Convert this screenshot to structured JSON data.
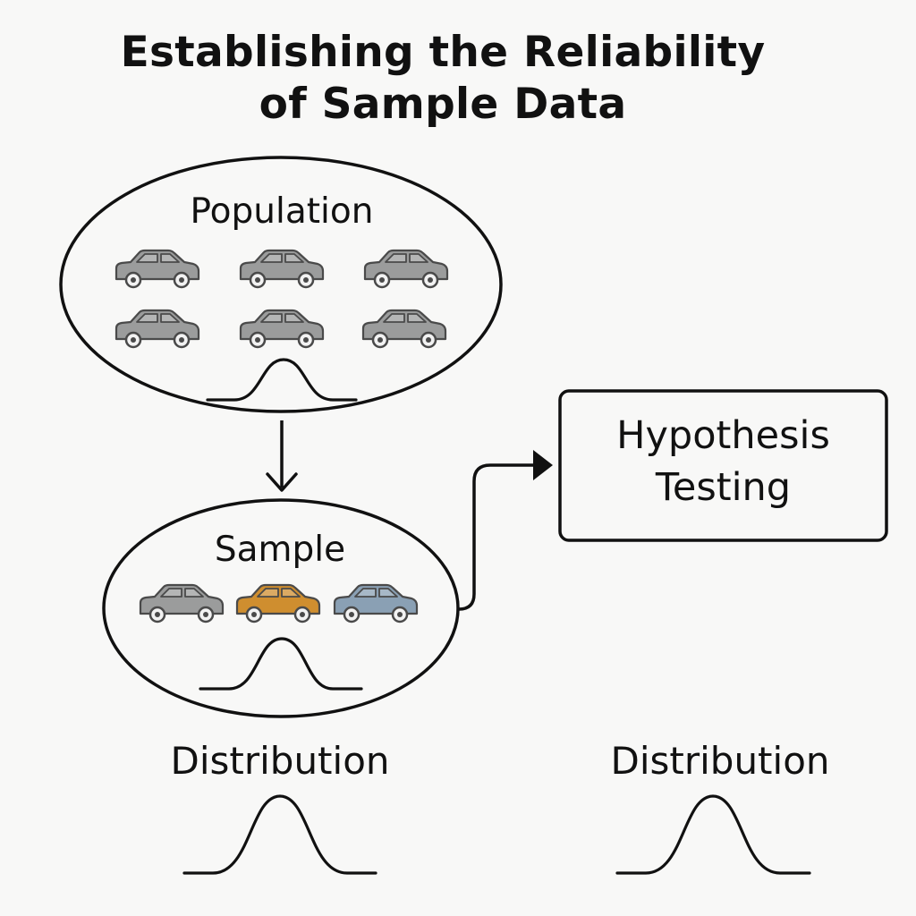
{
  "title": {
    "line1": "Establishing the Reliability",
    "line2": "of Sample Data"
  },
  "population": {
    "label": "Population",
    "cars": [
      "gray",
      "gray",
      "gray",
      "gray",
      "gray",
      "gray"
    ]
  },
  "sample": {
    "label": "Sample",
    "cars": [
      "gray",
      "orange",
      "blue"
    ]
  },
  "hypothesis": {
    "line1": "Hypothesis",
    "line2": "Testing"
  },
  "distribution_left": {
    "label": "Distribution"
  },
  "distribution_right": {
    "label": "Distribution"
  },
  "colors": {
    "stroke": "#111111",
    "background": "#f8f8f7",
    "car_gray": "#9b9c9c",
    "car_orange": "#cf8e2f",
    "car_blue": "#8aa0b4",
    "car_outline": "#4a4a4a"
  }
}
